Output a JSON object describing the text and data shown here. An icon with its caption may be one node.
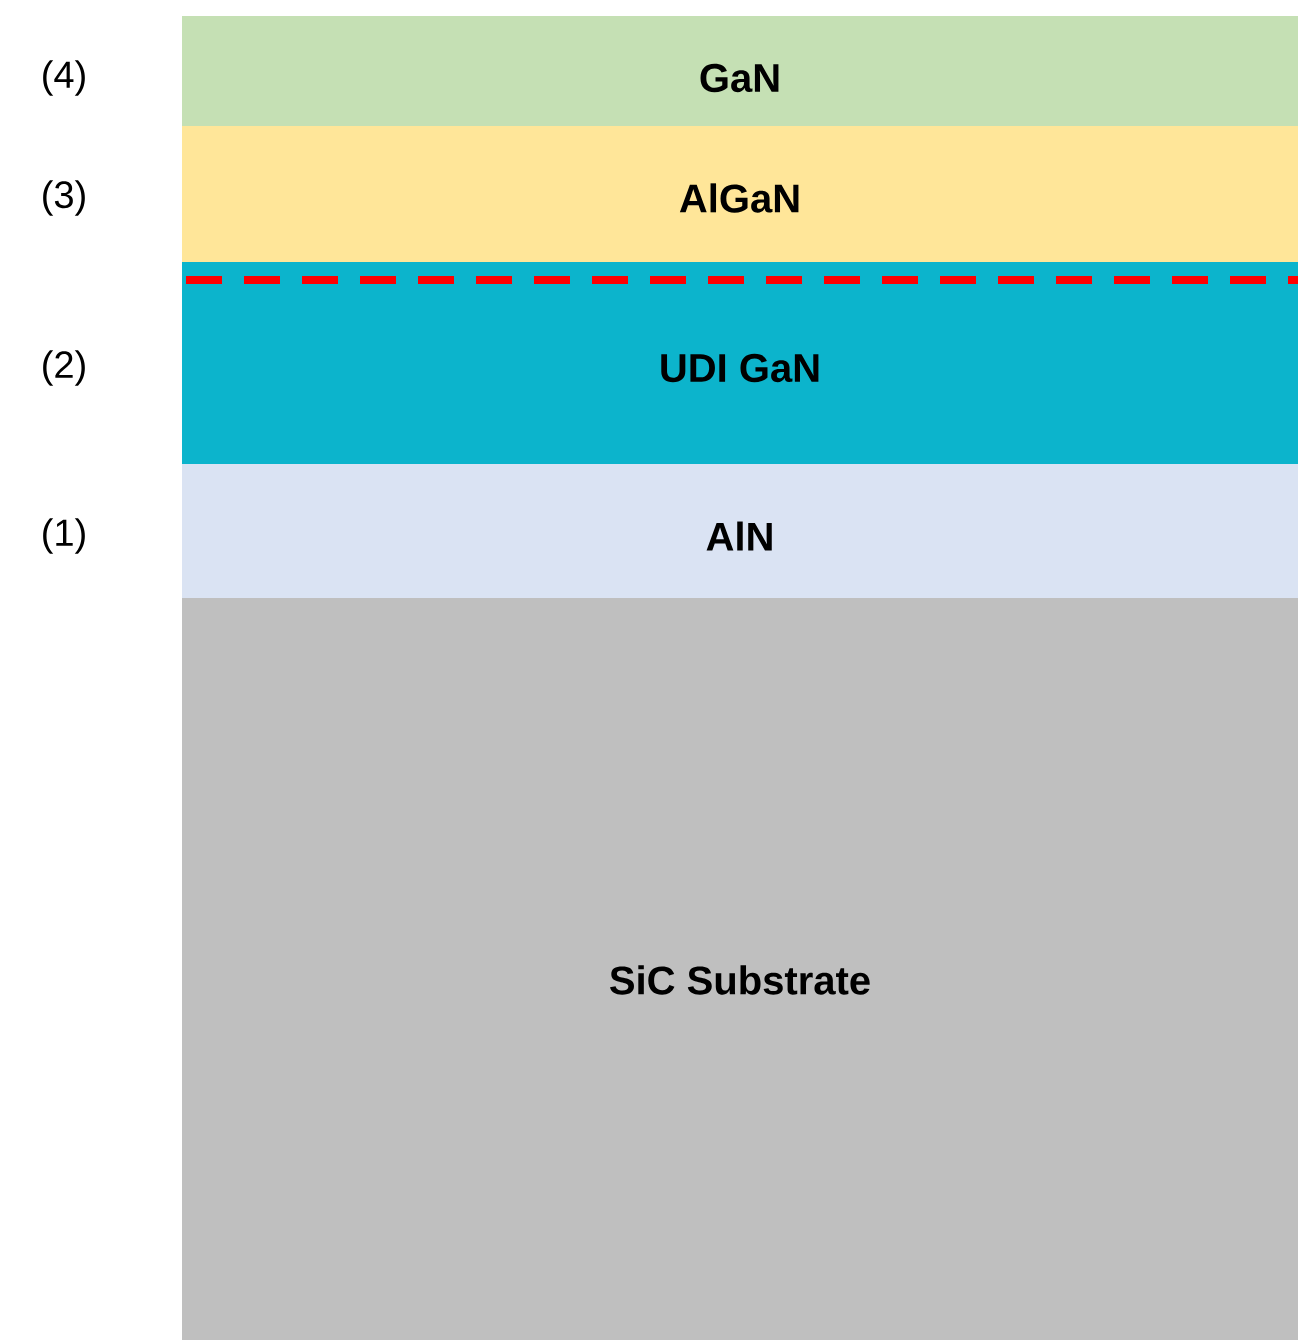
{
  "diagram": {
    "nodes": [
      {
        "text": [
          "GaN"
        ],
        "beside": [
          "(4)"
        ]
      },
      {
        "text": [
          "AlGaN"
        ],
        "beside": [
          "(3)"
        ]
      },
      {
        "text": [
          "UDI GaN"
        ],
        "beside": [
          "(2)"
        ]
      },
      {
        "text": [
          "AlN"
        ],
        "beside": [
          "(1)"
        ]
      },
      {
        "text": [
          "SiC Substrate"
        ]
      }
    ]
  }
}
